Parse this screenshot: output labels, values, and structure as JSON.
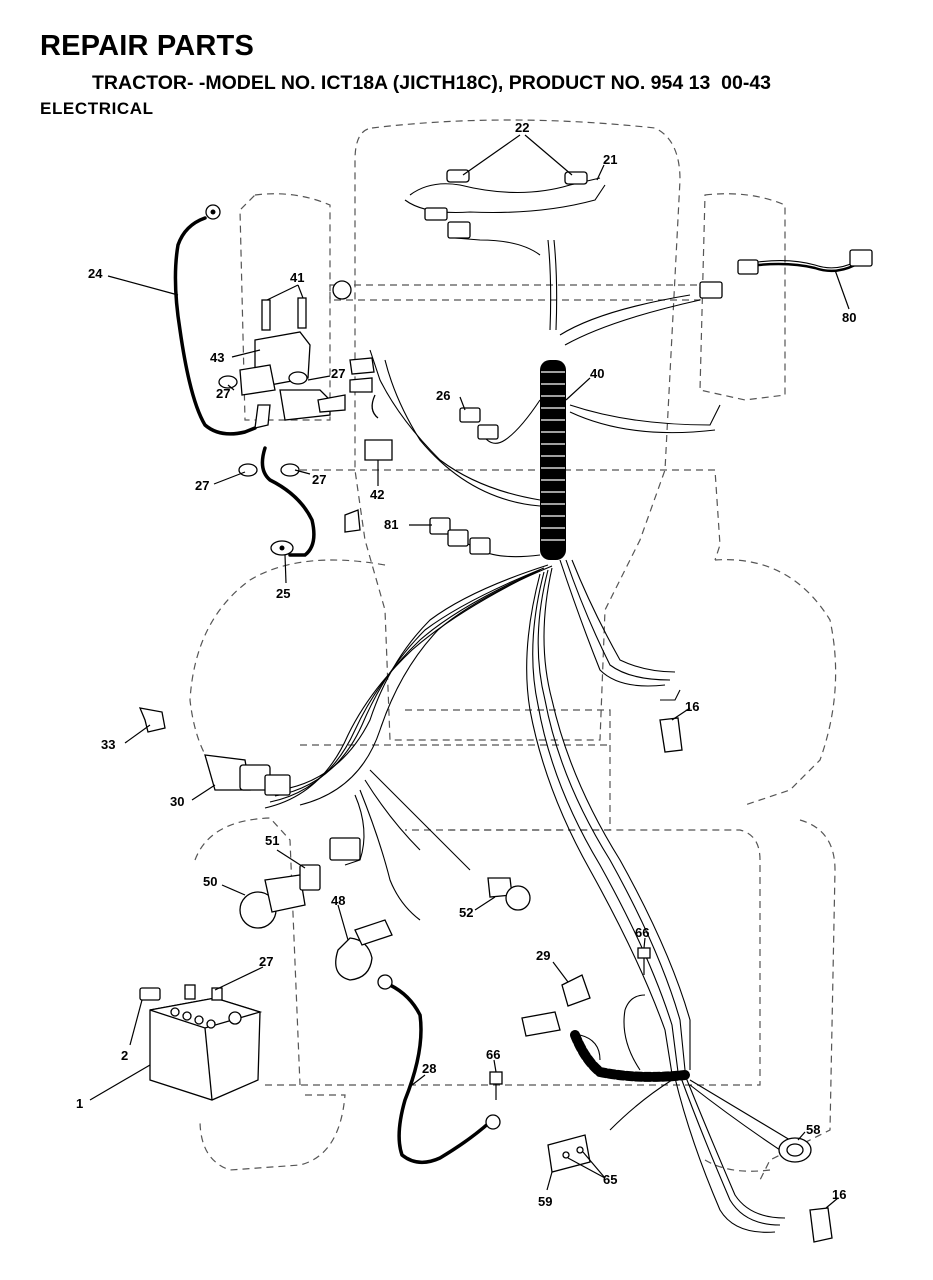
{
  "header": {
    "title": "REPAIR PARTS",
    "subtitle": "TRACTOR- -MODEL NO. ICT18A (JICTH18C), PRODUCT NO. 954 13  00-43",
    "section": "ELECTRICAL"
  },
  "callouts": {
    "c1": "1",
    "c2": "2",
    "c16a": "16",
    "c16b": "16",
    "c21": "21",
    "c22": "22",
    "c24": "24",
    "c25": "25",
    "c26": "26",
    "c27a": "27",
    "c27b": "27",
    "c27c": "27",
    "c27d": "27",
    "c27e": "27",
    "c28": "28",
    "c29": "29",
    "c30": "30",
    "c33": "33",
    "c40": "40",
    "c41": "41",
    "c42": "42",
    "c43": "43",
    "c48": "48",
    "c50": "50",
    "c51": "51",
    "c52": "52",
    "c58": "58",
    "c59": "59",
    "c65": "65",
    "c66a": "66",
    "c66b": "66",
    "c80": "80",
    "c81": "81"
  }
}
